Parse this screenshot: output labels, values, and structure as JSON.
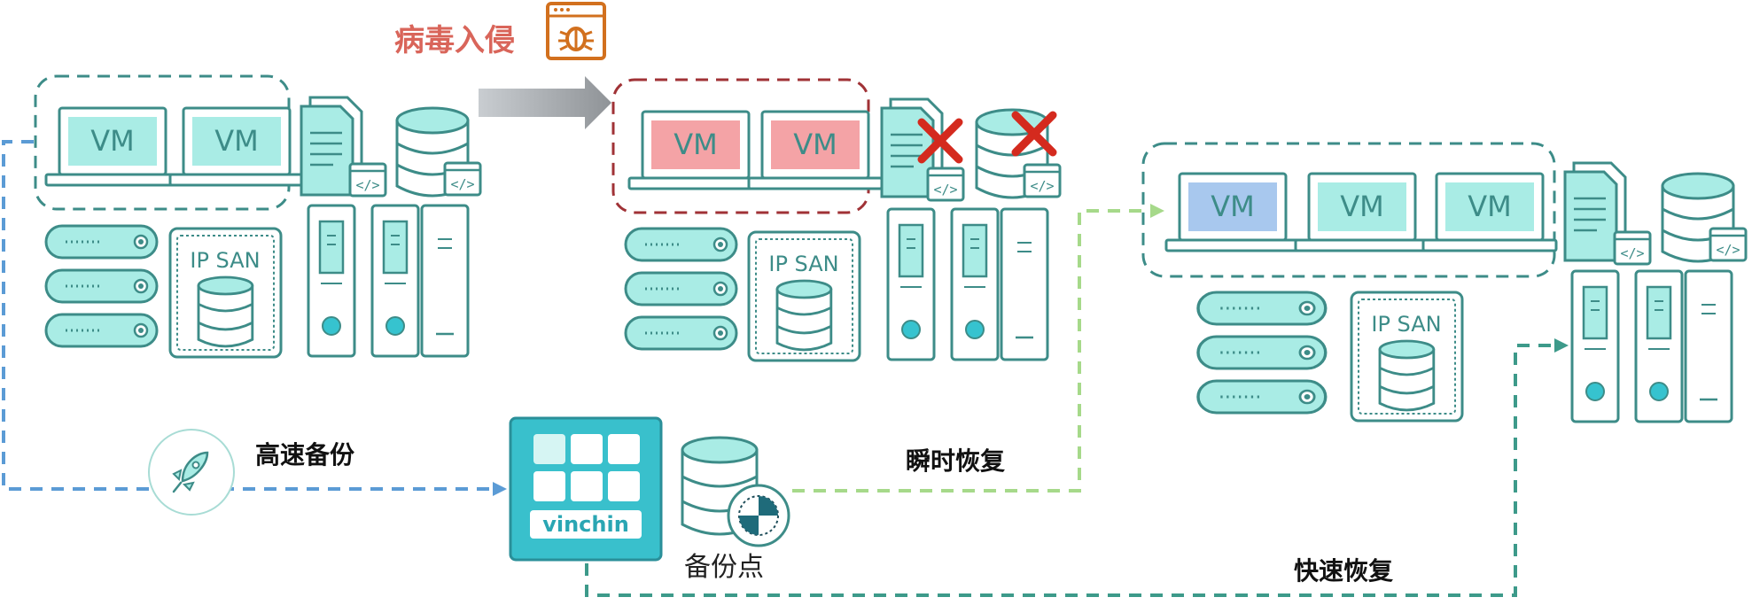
{
  "labels": {
    "virus": "病毒入侵",
    "backup": "高速备份",
    "instant": "瞬时恢复",
    "fast": "快速恢复",
    "backup_point": "备份点",
    "vm": "VM",
    "ipsan": "IP SAN",
    "vinchin": "vinchin"
  },
  "icons": {
    "virus": "bug-window-icon",
    "rocket": "rocket-icon",
    "file": "document-code-icon",
    "database": "database-code-icon",
    "cross": "red-x-icon",
    "shield": "shield-disk-icon"
  },
  "colors": {
    "teal": "#3d8c88",
    "teal_fill": "#a9ece5",
    "vm_infected": "#f4a3a6",
    "vm_restored": "#a8c8ee",
    "infected_border": "#a03236",
    "virus_text": "#d9655a",
    "virus_icon": "#d2701e",
    "backup_line": "#5b9bd5",
    "instant_line": "#a6d98a",
    "fast_line": "#3d9a8a",
    "vinchin_box": "#39c0cc",
    "cross": "#d42a1e"
  }
}
